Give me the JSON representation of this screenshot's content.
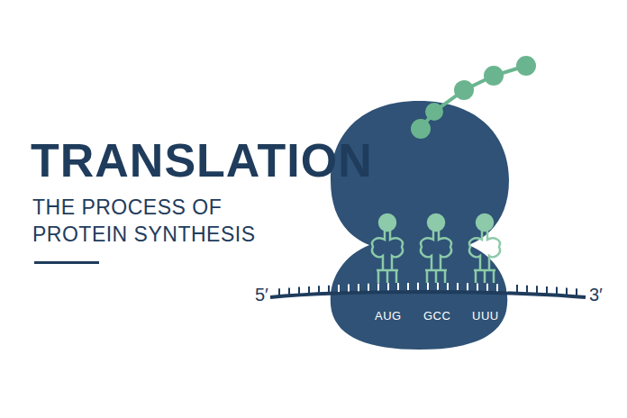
{
  "diagram": {
    "title": "TRANSLATION",
    "caption": "THE PROCESS OF PROTEIN SYNTHESIS",
    "labels": [
      "5′",
      "3′",
      "AUG",
      "GCC",
      "UUU"
    ]
  }
}
